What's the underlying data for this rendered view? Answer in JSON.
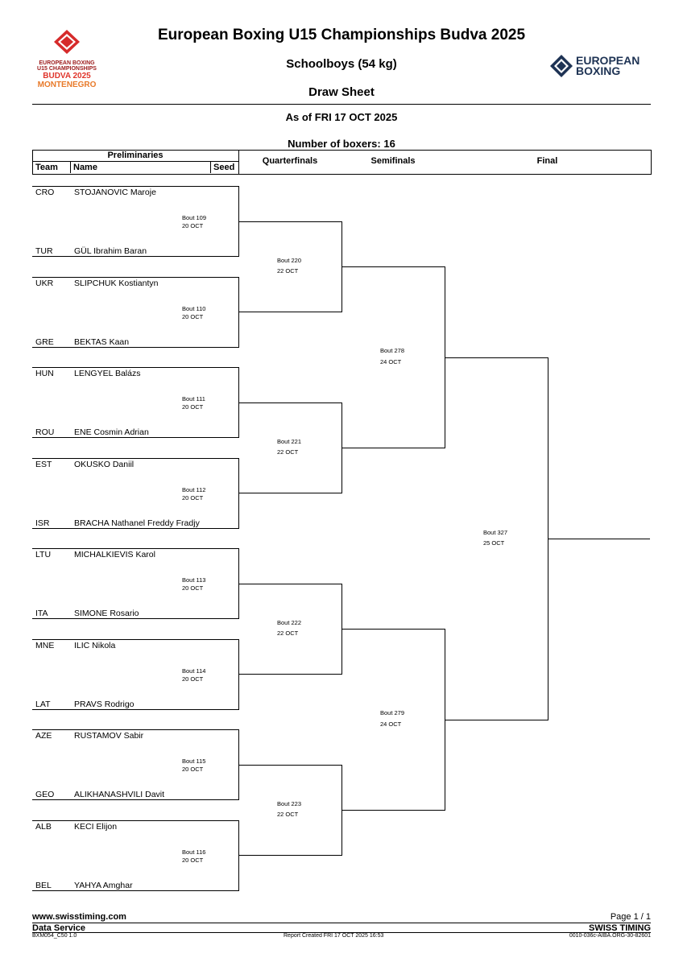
{
  "header": {
    "title": "European Boxing U15 Championships Budva 2025",
    "category": "Schoolboys (54 kg)",
    "doc_type": "Draw Sheet",
    "as_of": "As of FRI 17 OCT 2025",
    "num_boxers": "Number of boxers: 16"
  },
  "logo_left": {
    "line1": "EUROPEAN BOXING",
    "line2": "U15 CHAMPIONSHIPS",
    "line3": "BUDVA 2025",
    "line4": "MONTENEGRO"
  },
  "logo_right": {
    "line1": "EUROPEAN",
    "line2": "BOXING"
  },
  "table_headers": {
    "preliminaries": "Preliminaries",
    "team": "Team",
    "name": "Name",
    "seed": "Seed",
    "quarterfinals": "Quarterfinals",
    "semifinals": "Semifinals",
    "final": "Final"
  },
  "boxers": [
    {
      "team": "CRO",
      "name": "STOJANOVIC  Maroje"
    },
    {
      "team": "TUR",
      "name": "GÜL Ibrahim Baran"
    },
    {
      "team": "UKR",
      "name": "SLIPCHUK Kostiantyn"
    },
    {
      "team": "GRE",
      "name": "BEKTAS Kaan"
    },
    {
      "team": "HUN",
      "name": "LENGYEL Balázs"
    },
    {
      "team": "ROU",
      "name": "ENE Cosmin Adrian"
    },
    {
      "team": "EST",
      "name": "OKUSKO Daniil"
    },
    {
      "team": "ISR",
      "name": "BRACHA Nathanel Freddy Fradjy"
    },
    {
      "team": "LTU",
      "name": "MICHALKIEVIS Karol"
    },
    {
      "team": "ITA",
      "name": "SIMONE Rosario"
    },
    {
      "team": "MNE",
      "name": "ILIC Nikola"
    },
    {
      "team": "LAT",
      "name": "PRAVS Rodrigo"
    },
    {
      "team": "AZE",
      "name": "RUSTAMOV Sabir"
    },
    {
      "team": "GEO",
      "name": "ALIKHANASHVILI Davit"
    },
    {
      "team": "ALB",
      "name": "KECI Elijon"
    },
    {
      "team": "BEL",
      "name": "YAHYA Amghar"
    }
  ],
  "prelim_bouts": [
    {
      "bout": "Bout 109",
      "date": "20 OCT"
    },
    {
      "bout": "Bout 110",
      "date": "20 OCT"
    },
    {
      "bout": "Bout 111",
      "date": "20 OCT"
    },
    {
      "bout": "Bout 112",
      "date": "20 OCT"
    },
    {
      "bout": "Bout 113",
      "date": "20 OCT"
    },
    {
      "bout": "Bout 114",
      "date": "20 OCT"
    },
    {
      "bout": "Bout 115",
      "date": "20 OCT"
    },
    {
      "bout": "Bout 116",
      "date": "20 OCT"
    }
  ],
  "qf_bouts": [
    {
      "bout": "Bout 220",
      "date": "22 OCT"
    },
    {
      "bout": "Bout 221",
      "date": "22 OCT"
    },
    {
      "bout": "Bout 222",
      "date": "22 OCT"
    },
    {
      "bout": "Bout 223",
      "date": "22 OCT"
    }
  ],
  "sf_bouts": [
    {
      "bout": "Bout 278",
      "date": "24 OCT"
    },
    {
      "bout": "Bout 279",
      "date": "24 OCT"
    }
  ],
  "final_bout": {
    "bout": "Bout 327",
    "date": "25 OCT"
  },
  "footer": {
    "website": "www.swisstiming.com",
    "service": "Data Service",
    "page": "Page 1 / 1",
    "brand": "SWISS TIMING",
    "code_left": "BXM054_C50 1.0",
    "report_created": "Report Created  FRI 17 OCT 2025 16:53",
    "code_right": "0010-036c-AIBA.ORG-30-82601"
  }
}
